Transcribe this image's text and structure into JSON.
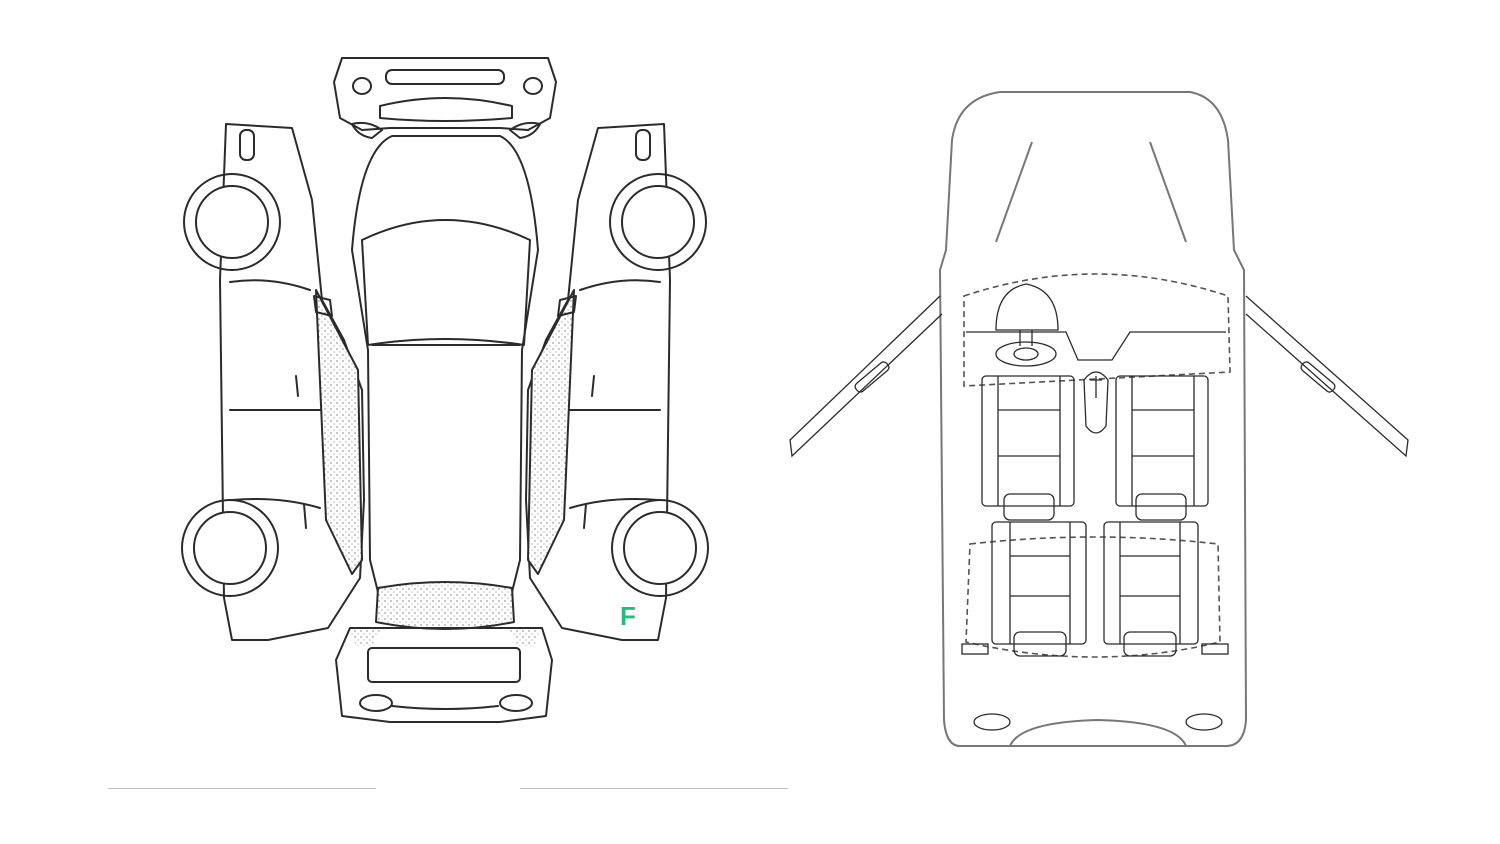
{
  "diagram": {
    "front_marker": {
      "text": "F",
      "color": "#1fbf7f"
    },
    "line_color": "#2b2b2b",
    "views": [
      {
        "name": "exterior-unfolded-view"
      },
      {
        "name": "interior-top-view"
      }
    ]
  }
}
